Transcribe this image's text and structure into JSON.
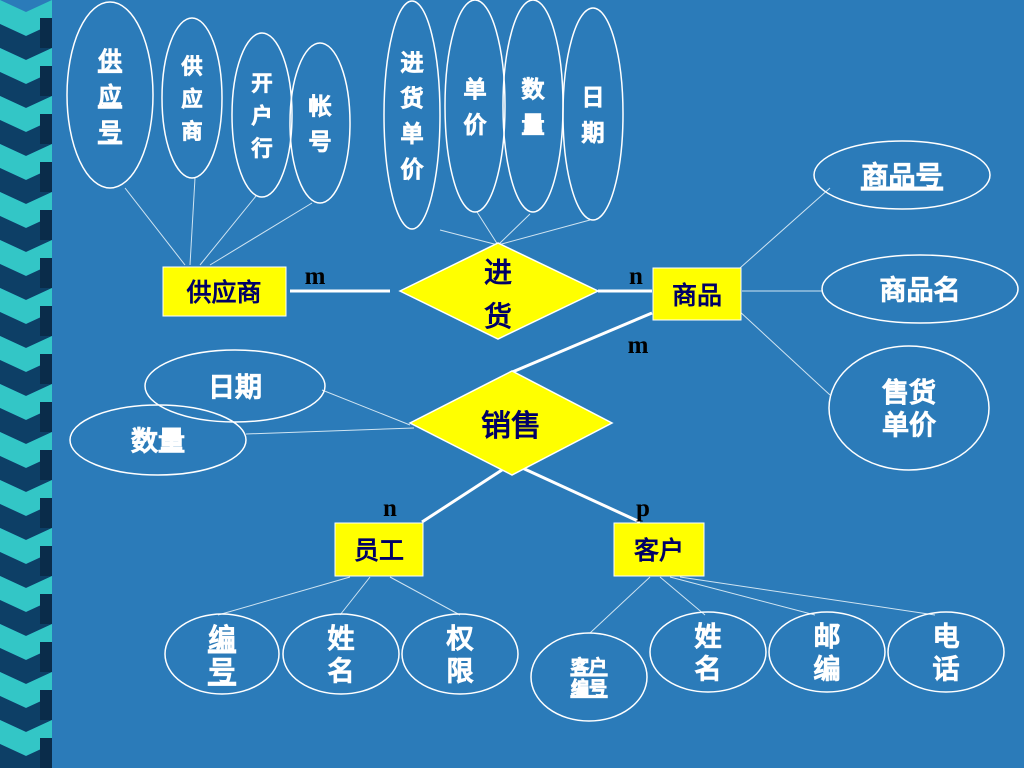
{
  "colors": {
    "background": "#2b7bb9",
    "entity_fill": "#ffff00",
    "relationship_fill": "#ffff00",
    "line": "#cfe4f2",
    "attribute_text": "#ffffff",
    "entity_text": "#000066"
  },
  "entities": {
    "supplier": "供应商",
    "goods": "商品",
    "employee": "员工",
    "customer": "客户"
  },
  "relationships": {
    "purchase": "进货",
    "sales": "销售"
  },
  "cardinality": {
    "purchase_supplier": "m",
    "purchase_goods": "n",
    "sales_goods": "m",
    "sales_employee": "n",
    "sales_customer": "p"
  },
  "attributes": {
    "supplier": [
      "供应号",
      "供应商",
      "开户行",
      "帐号"
    ],
    "purchase": [
      "进货单价",
      "单价",
      "数量",
      "日期"
    ],
    "goods": [
      "商品号",
      "商品名",
      "售货单价"
    ],
    "sales": [
      "日期",
      "数量"
    ],
    "employee": [
      "编号",
      "姓名",
      "权限"
    ],
    "customer": [
      "客户编号",
      "姓名",
      "邮编",
      "电话"
    ]
  }
}
